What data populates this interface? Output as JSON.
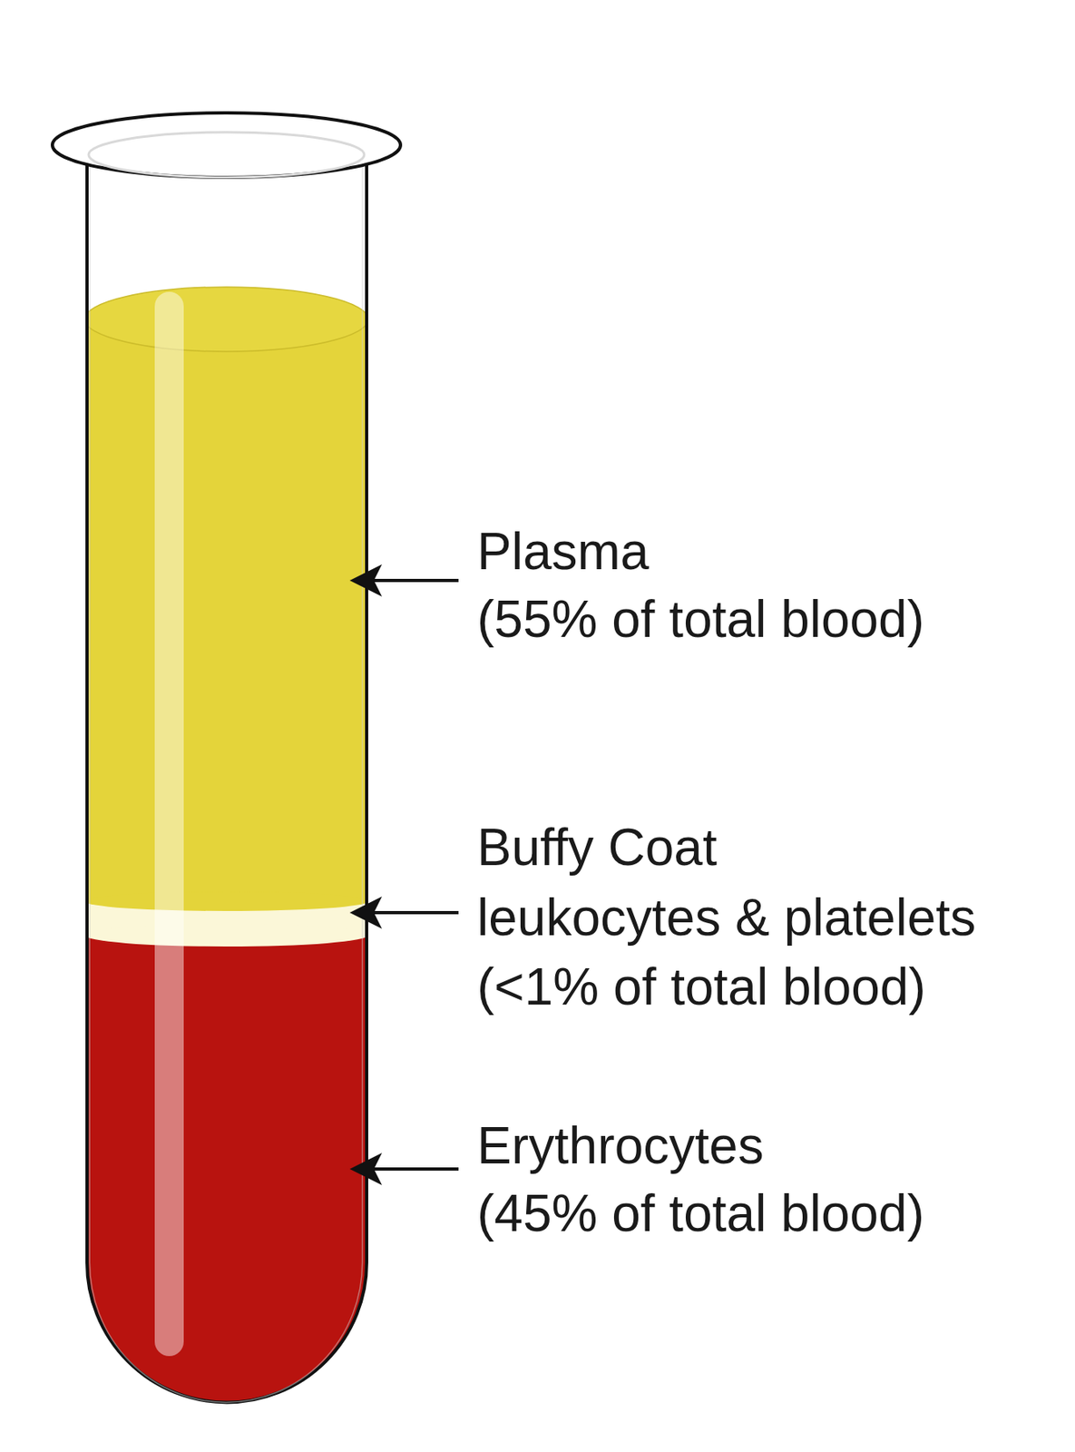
{
  "diagram": {
    "labels": [
      "Plasma",
      "(55% of total blood)",
      "Buffy Coat",
      "leukocytes & platelets",
      "(<1% of total blood)",
      "Erythrocytes",
      "(45% of total blood)"
    ]
  }
}
